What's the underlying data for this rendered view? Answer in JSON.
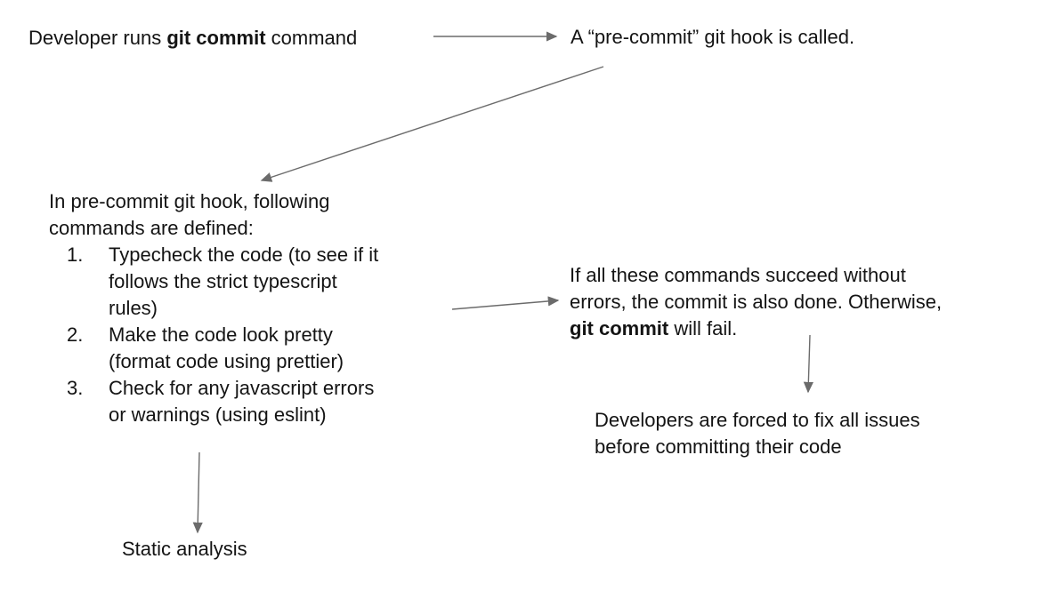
{
  "colors": {
    "arrow": "#6b6b6b",
    "text": "#141414"
  },
  "nodes": {
    "dev_commit": {
      "prefix": "Developer runs ",
      "bold": "git commit",
      "suffix": " command"
    },
    "hook_called": {
      "text": "A “pre-commit” git hook is called."
    },
    "precommit_list": {
      "intro_lines": [
        "In pre-commit git hook, following",
        "commands are defined:"
      ],
      "items": [
        {
          "number": "1.",
          "lines": [
            "Typecheck the code (to see if it",
            "follows the strict typescript",
            "rules)"
          ]
        },
        {
          "number": "2.",
          "lines": [
            "Make the code look pretty",
            "(format code using prettier)"
          ]
        },
        {
          "number": "3.",
          "lines": [
            "Check for any javascript errors",
            "or warnings (using eslint)"
          ]
        }
      ]
    },
    "succeed_or_fail": {
      "lines": [
        "If all these commands succeed without",
        "errors, the commit is also done. Otherwise,"
      ],
      "bold": "git commit",
      "after_bold": " will fail."
    },
    "forced_fix": {
      "lines": [
        "Developers are forced to fix all issues",
        "before committing their code"
      ]
    },
    "static_analysis": {
      "text": "Static analysis"
    }
  }
}
